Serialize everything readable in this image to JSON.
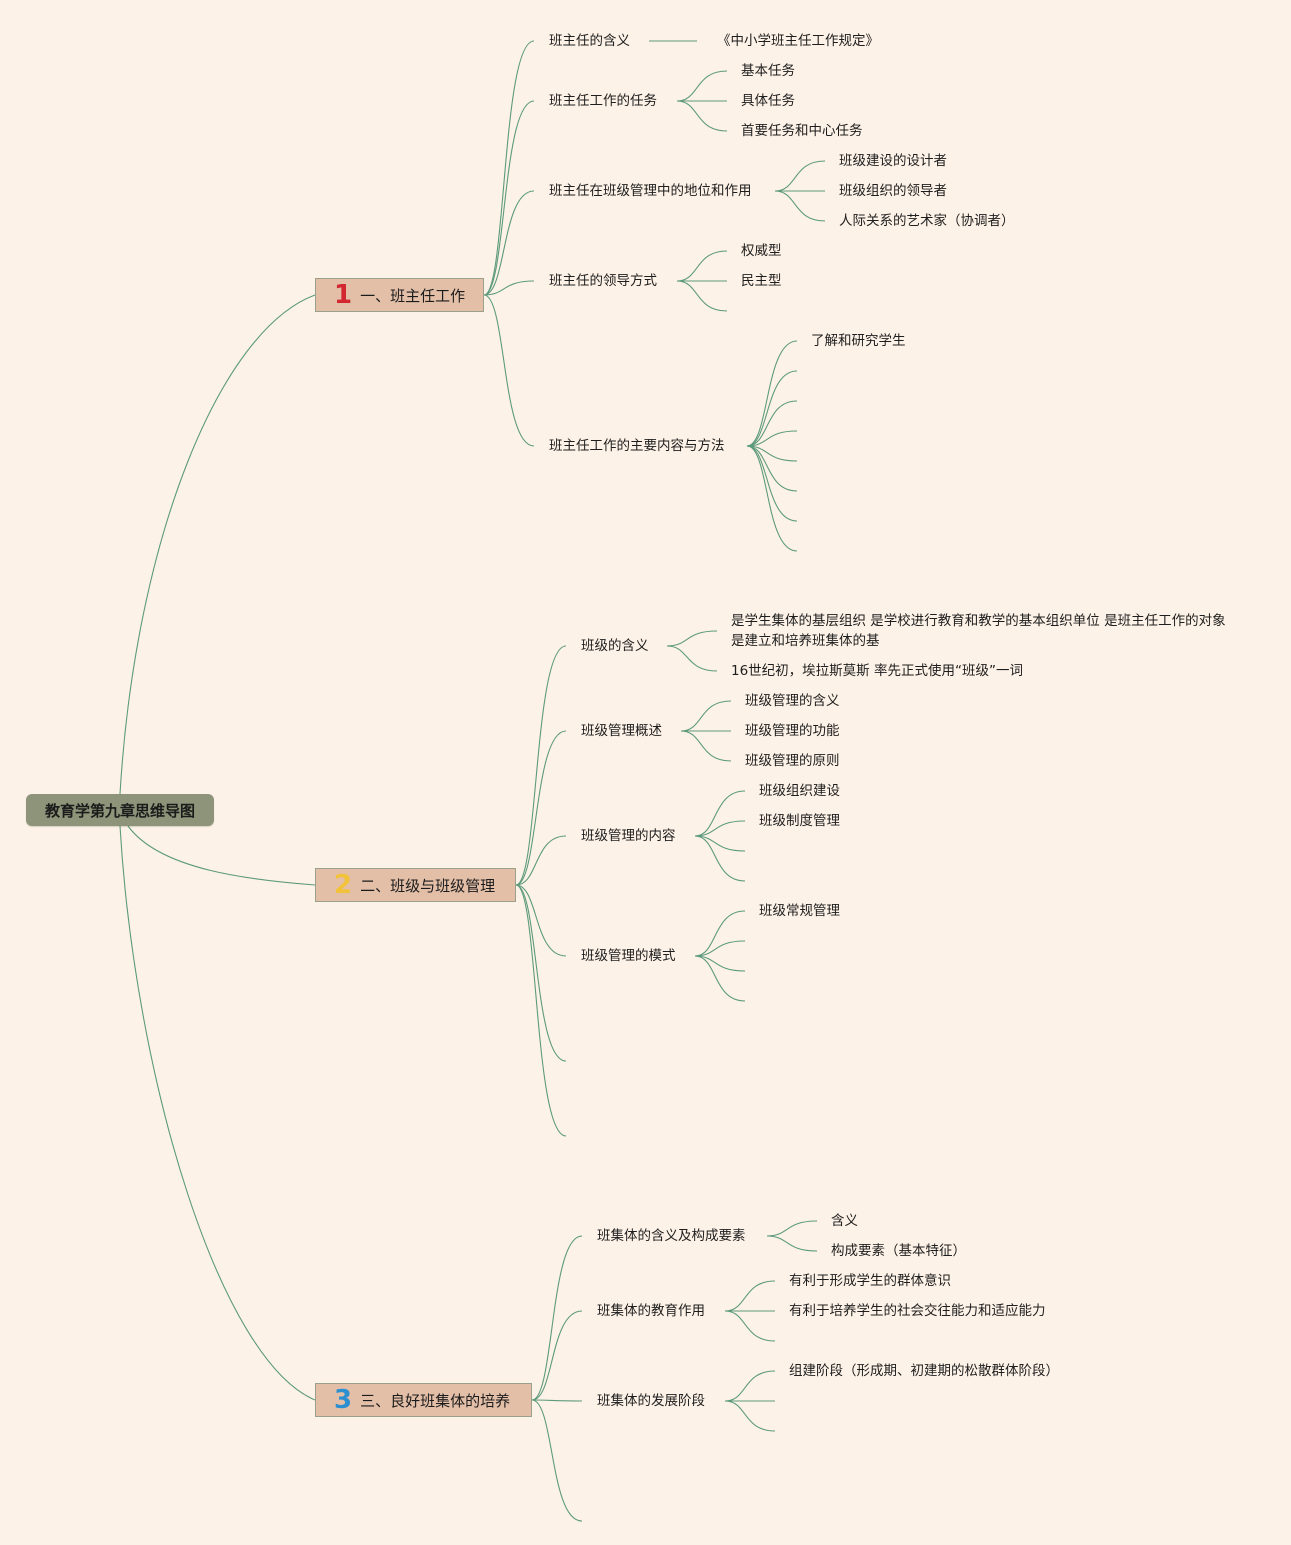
{
  "title": "教育学第九章思维导图",
  "branches": [
    {
      "num": "1",
      "num_color": "#d22631",
      "label": "一、班主任工作",
      "children": [
        {
          "label": "班主任的含义",
          "children": [
            "《中小学班主任工作规定》"
          ]
        },
        {
          "label": "班主任工作的任务",
          "children": [
            "基本任务",
            "具体任务",
            "首要任务和中心任务"
          ]
        },
        {
          "label": "班主任在班级管理中的地位和作用",
          "children": [
            "班级建设的设计者",
            "班级组织的领导者",
            "人际关系的艺术家（协调者）"
          ]
        },
        {
          "label": "班主任的领导方式",
          "children": [
            "权威型",
            "民主型"
          ]
        },
        {
          "label": "班主任工作的主要内容与方法",
          "children": [
            "了解和研究学生"
          ]
        }
      ]
    },
    {
      "num": "2",
      "num_color": "#f2c23a",
      "label": "二、班级与班级管理",
      "children": [
        {
          "label": "班级的含义",
          "children": [
            "是学生集体的基层组织 是学校进行教育和教学的基本组织单位 是班主任工作的对象 是建立和培养班集体的基",
            "16世纪初，埃拉斯莫斯 率先正式使用“班级”一词"
          ]
        },
        {
          "label": "班级管理概述",
          "children": [
            "班级管理的含义",
            "班级管理的功能",
            "班级管理的原则"
          ]
        },
        {
          "label": "班级管理的内容",
          "children": [
            "班级组织建设",
            "班级制度管理"
          ]
        },
        {
          "label": "班级管理的模式",
          "children": [
            "班级常规管理"
          ]
        }
      ]
    },
    {
      "num": "3",
      "num_color": "#2c8fd0",
      "label": "三、良好班集体的培养",
      "children": [
        {
          "label": "班集体的含义及构成要素",
          "children": [
            "含义",
            "构成要素（基本特征）"
          ]
        },
        {
          "label": "班集体的教育作用",
          "children": [
            "有利于形成学生的群体意识",
            "有利于培养学生的社会交往能力和适应能力"
          ]
        },
        {
          "label": "班集体的发展阶段",
          "children": [
            "组建阶段（形成期、初建期的松散群体阶段）"
          ]
        }
      ]
    }
  ]
}
